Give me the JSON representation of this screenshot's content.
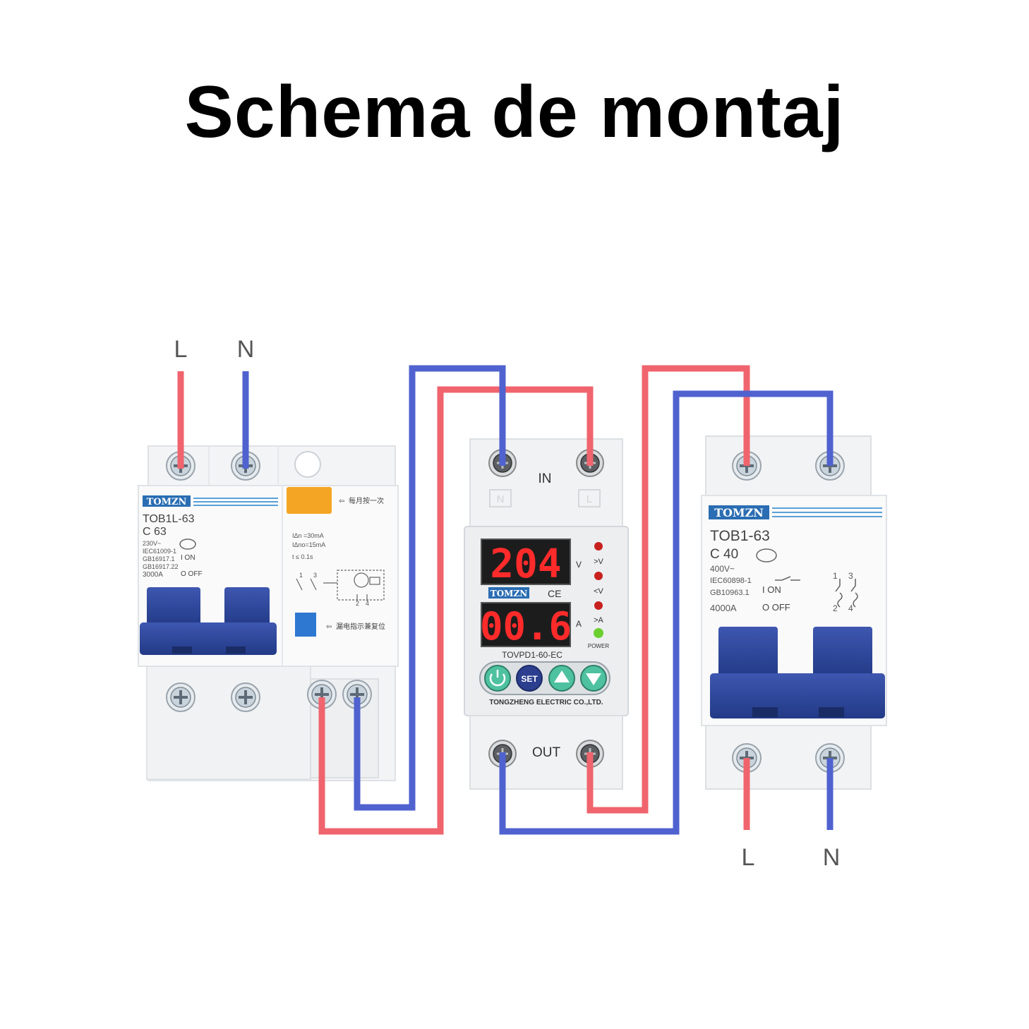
{
  "title": "Schema de montaj",
  "colors": {
    "phase_wire": "#f0646e",
    "neutral_wire": "#4f62cf",
    "handle_blue": "#2f4699",
    "brand_blue": "#2a6db3",
    "display_red": "#ff2b2b",
    "led_red": "#c8201d",
    "led_green": "#6bd02f",
    "test_button": "#f5a524"
  },
  "input_labels": {
    "line": "L",
    "neutral": "N"
  },
  "output_labels": {
    "line": "L",
    "neutral": "N"
  },
  "rcbo": {
    "brand": "TOMZN",
    "model": "TOB1L-63",
    "rating": "C 63",
    "spec_lines": [
      "230V~",
      "IEC61009-1",
      "GB16917.1",
      "GB16917.22",
      "3000A"
    ],
    "on_label": "I ON",
    "off_label": "O OFF",
    "test_note": "每月按一次",
    "leak_specs": [
      "IΔn =30mA",
      "IΔno=15mA",
      "t ≤ 0.1s"
    ],
    "terminal_top": [
      "1",
      "3"
    ],
    "terminal_bottom": [
      "2",
      "4"
    ],
    "reset_note": "漏电指示兼复位"
  },
  "protector": {
    "in_label": "IN",
    "out_label": "OUT",
    "terminal_n": "N",
    "terminal_l": "L",
    "voltage_reading": "204",
    "voltage_unit": "V",
    "current_reading": "00.6",
    "current_unit": "A",
    "brand": "TOMZN",
    "ce_mark": "CE",
    "indicators": [
      ">V",
      "<V",
      ">A"
    ],
    "power_label": "POWER",
    "model": "TOVPD1-60-EC",
    "set_button": "SET",
    "maker": "TONGZHENG ELECTRIC CO.,LTD."
  },
  "mcb": {
    "brand": "TOMZN",
    "model": "TOB1-63",
    "rating": "C 40",
    "spec_lines": [
      "400V~",
      "IEC60898-1",
      "GB10963.1",
      "4000A"
    ],
    "on_label": "I ON",
    "off_label": "O OFF",
    "terminal_top": [
      "1",
      "3"
    ],
    "terminal_bottom": [
      "2",
      "4"
    ]
  }
}
